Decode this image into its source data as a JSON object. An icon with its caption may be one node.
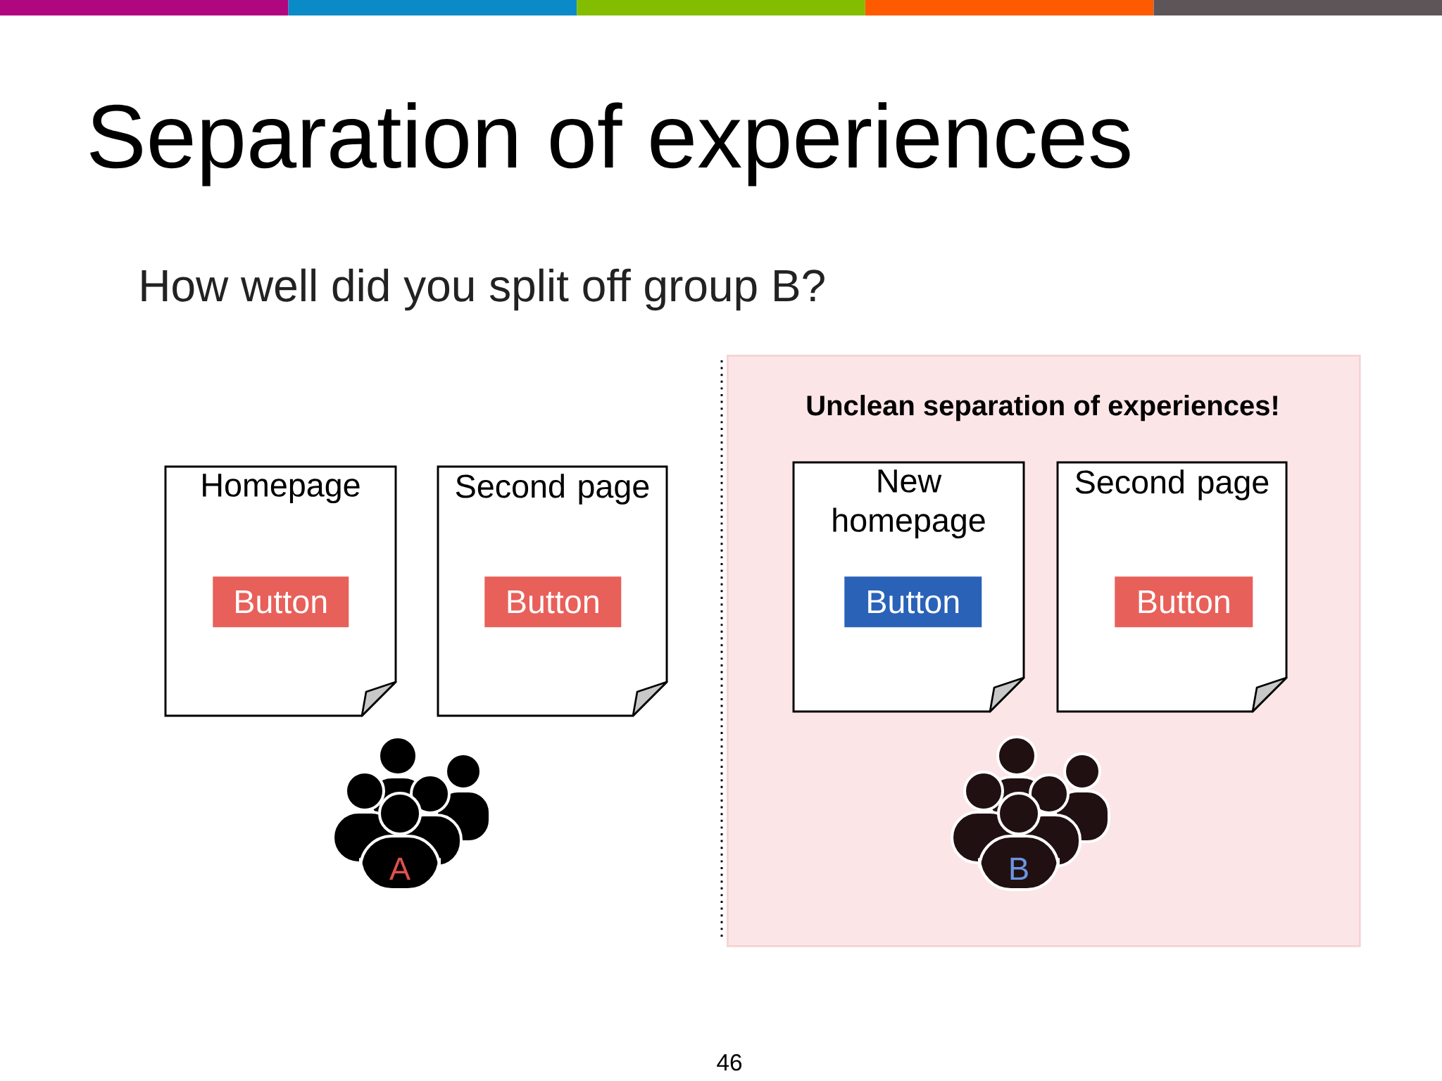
{
  "diagram": {
    "title": "Separation of experiences",
    "nodes": [
      {
        "text": [
          "Unclean separation of experiences!"
        ]
      },
      {
        "text": [
          "Homepage"
        ]
      },
      {
        "text": [
          "Button"
        ],
        "in": 1
      },
      {
        "text": [
          "Second page"
        ]
      },
      {
        "text": [
          "Button"
        ],
        "in": 3
      },
      {
        "text": [
          "New homepage"
        ],
        "in": 0
      },
      {
        "text": [
          "Button"
        ],
        "in": 5
      },
      {
        "text": [
          "Second page"
        ],
        "in": 0
      },
      {
        "text": [
          "Button"
        ],
        "in": 7
      },
      {
        "text": [
          "A"
        ]
      },
      {
        "text": [
          "B"
        ],
        "in": 0
      }
    ],
    "labels": [
      "How well did you split off group B?",
      "46"
    ]
  }
}
